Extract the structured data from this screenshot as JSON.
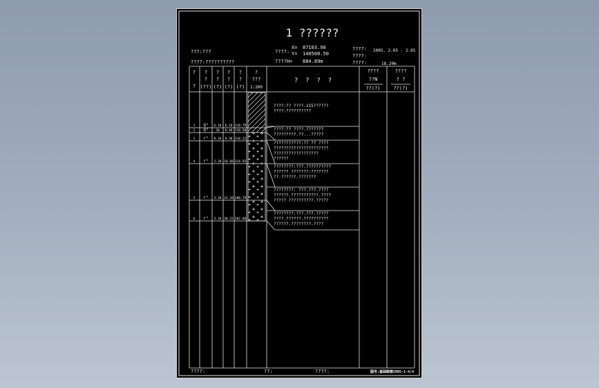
{
  "drawing": {
    "title": "1 ??????",
    "info": {
      "left_top": "???:???",
      "left_bottom": "????:??????????",
      "coord_label": "????:",
      "x_label": "X=",
      "x_value": "87103.90",
      "y_label": "Y=",
      "y_value": "140500.50",
      "h_label": "????H=",
      "h_value": "884.89m",
      "right1_label": "????:",
      "right1_value": "2005. 2.05 - 2.05",
      "right2_label": "????:",
      "right3_label": "????:",
      "right3_value": "18.20m"
    },
    "headers": {
      "col1": [
        "?",
        "?"
      ],
      "col2": [
        "?",
        "?",
        "(??)"
      ],
      "col3": [
        "?",
        "?",
        "(?)"
      ],
      "col4": [
        "?",
        "?",
        "(?)"
      ],
      "col5": [
        "?",
        "?",
        "(?)"
      ],
      "col6": [
        "?",
        "???",
        "1:200"
      ],
      "col7": "?  ?  ?  ?",
      "col8": [
        "????",
        "??N",
        "??(?)"
      ],
      "col9": [
        "????",
        "? ?",
        "??(?)"
      ]
    },
    "layers": [
      {
        "num": "1",
        "code": "Q⁴",
        "v1": "6.10",
        "v2": "6.10",
        "v3": "218.79",
        "desc": [
          "????:??  ????.215??????",
          "????:??????????"
        ]
      },
      {
        "num": "2",
        "code": "Q⁴",
        "v1": "30",
        "v2": "6.40",
        "v3": "218.50",
        "desc": [
          "????:??  ????.???????",
          "?????????.??...?????"
        ]
      },
      {
        "num": "3",
        "code": "r⁵",
        "v1": "8.10",
        "v2": "8.30",
        "v3": "218.22",
        "desc": [
          "???????????:??  ?? ????",
          "??????????????????????",
          "??????????????????",
          "??????"
        ]
      },
      {
        "num": "4",
        "code": "r⁵",
        "v1": "2.30",
        "v2": "10.60",
        "v3": "214.92",
        "desc": [
          "????????:???.??????????",
          "?????? ???????:???????",
          "??.??????.???????"
        ]
      },
      {
        "num": "5",
        "code": "r⁵",
        "v1": "3.30",
        "v2": "14.10",
        "v3": "208.79",
        "desc": [
          "????????:  ???.???.????",
          "??????.???????????.????",
          "?????  ??????????.?????"
        ]
      },
      {
        "num": "6",
        "code": "r⁵",
        "v1": "3.10",
        "v2": "20.22",
        "v3": "202.60",
        "desc": [
          "????????:???.???.?????",
          "????.??????.??????????",
          "??????.????????.????"
        ]
      }
    ],
    "footer": {
      "f1": "????:",
      "f2": "??:",
      "f3": "????:",
      "f4": "图号:基础勘察2005-1-4/4"
    }
  }
}
